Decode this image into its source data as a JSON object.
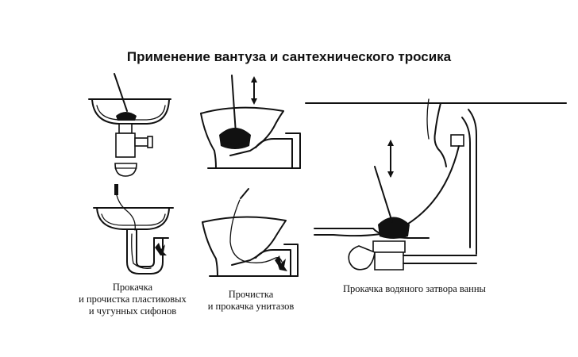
{
  "title": "Применение вантуза и сантехнического тросика",
  "captions": {
    "sink": [
      "Прокачка",
      "и прочистка пластиковых",
      "и чугунных сифонов"
    ],
    "toilet": [
      "Прочистка",
      "и прокачка унитазов"
    ],
    "bath": "Прокачка водяного затвора ванны"
  }
}
